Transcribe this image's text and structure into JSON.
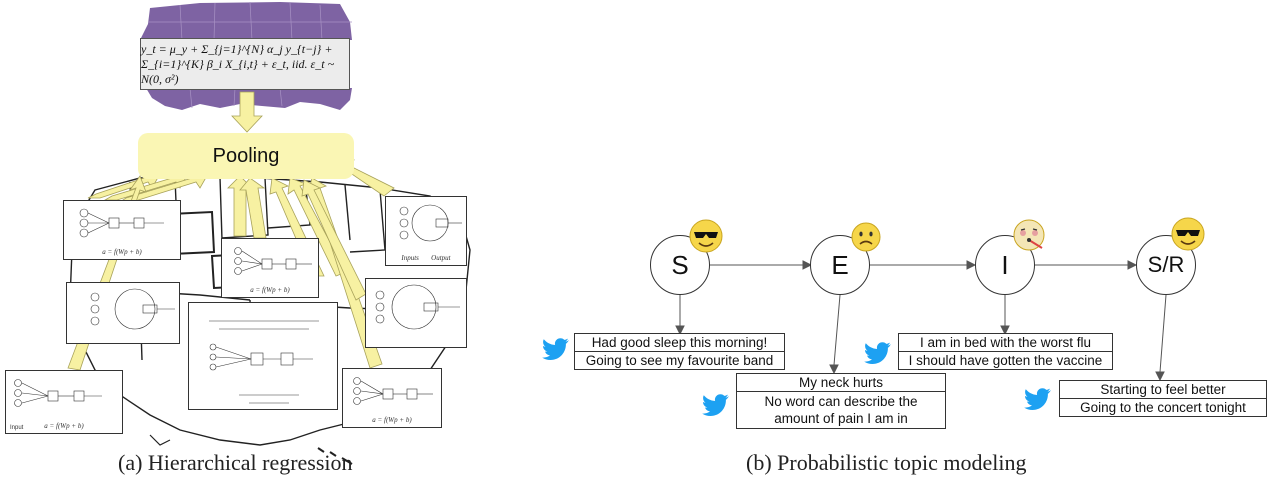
{
  "panel_a": {
    "equation_text": "y_t = μ_y + Σ_{j=1}^{N} α_j y_{t−j} + Σ_{i=1}^{K} β_i X_{i,t} + ε_t,   iid. ε_t ~ N(0, σ²)",
    "pooling_label": "Pooling",
    "caption": "(a) Hierarchical regression",
    "network_captions": [
      "a = f(Wp + b)",
      "a = f(Wp + b)",
      "a = f(Wp + b)",
      "a = f(Wp + b)"
    ],
    "inputs_label": "Inputs",
    "output_label": "Output",
    "input_label": "Input",
    "colors": {
      "map_purple": "#7e63a3",
      "pooling_fill": "#faf6b4",
      "arrow_fill": "#f7f1a2",
      "arrow_stroke": "#a8a25a"
    }
  },
  "panel_b": {
    "states": [
      {
        "id": "S",
        "label": "S",
        "emoji": "cool-face-icon"
      },
      {
        "id": "E",
        "label": "E",
        "emoji": "frown-face-icon"
      },
      {
        "id": "I",
        "label": "I",
        "emoji": "sick-face-icon"
      },
      {
        "id": "SR",
        "label": "S/R",
        "emoji": "cool-face-icon"
      }
    ],
    "tweets": {
      "S": [
        "Had good sleep this morning!",
        "Going to see my favourite band"
      ],
      "E": [
        "My neck hurts",
        "No word can describe the amount of pain I am in"
      ],
      "I": [
        "I am in bed with the worst flu",
        "I should have gotten the vaccine"
      ],
      "SR": [
        "Starting to feel better",
        "Going to the concert tonight"
      ]
    },
    "caption": "(b) Probabilistic topic modeling",
    "colors": {
      "twitter_blue": "#1da1f2",
      "emoji_yellow": "#f6d64a"
    }
  }
}
